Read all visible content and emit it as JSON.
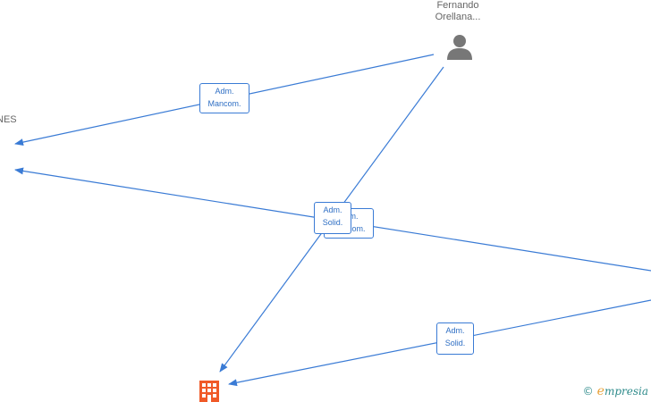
{
  "nodes": {
    "person": {
      "name_line1": "Fernando",
      "name_line2": "Orellana...",
      "icon": "person-icon"
    },
    "left_partial": {
      "label": "NES"
    },
    "company": {
      "icon": "building-icon",
      "color": "#f05a28"
    }
  },
  "edges": {
    "mancom_top": {
      "line1": "Adm.",
      "line2": "Mancom."
    },
    "mancom_mid": {
      "line1": "Adm.",
      "line2": "Mancom."
    },
    "solid_mid": {
      "line1": "Adm.",
      "line2": "Solid."
    },
    "solid_bottom": {
      "line1": "Adm.",
      "line2": "Solid."
    }
  },
  "colors": {
    "edge": "#3a7bd5",
    "label_text": "#2f6fc4",
    "node_text": "#666666",
    "person": "#777777"
  },
  "watermark": {
    "copyright": "©",
    "brand_initial": "e",
    "brand_rest": "mpresia"
  }
}
